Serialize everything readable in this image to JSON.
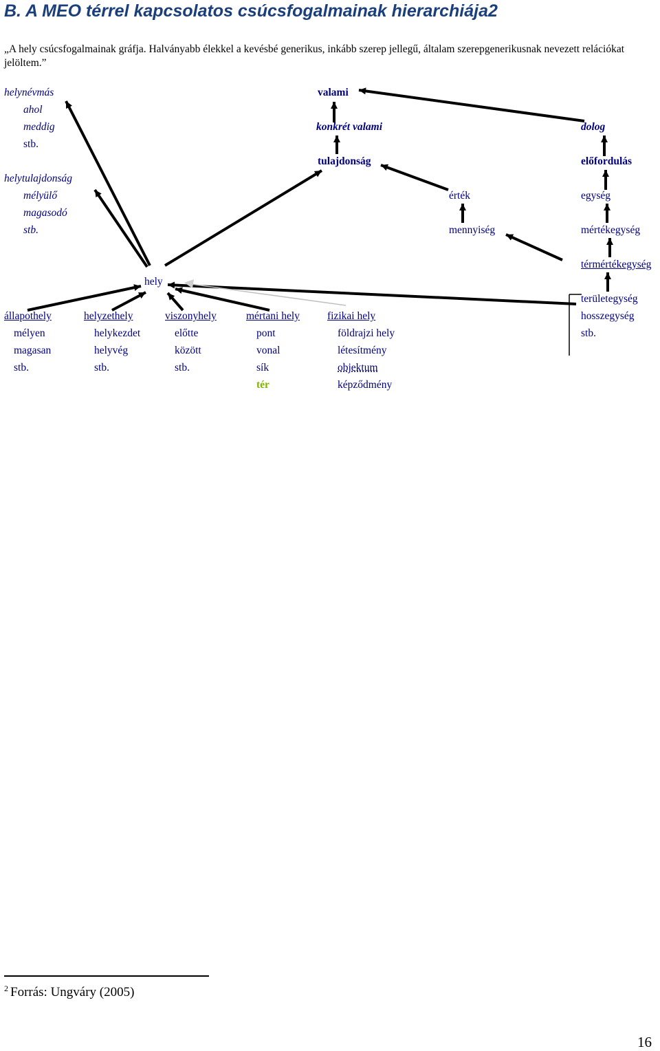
{
  "heading": "B. A MEO térrel kapcsolatos csúcsfogalmainak hierarchiája2",
  "intro": "„A hely csúcsfogalmainak gráfja. Halványabb élekkel a kevésbé generikus, inkább szerep jellegű, általam szerepgenerikusnak nevezett relációkat jelöltem.”",
  "nodes": {
    "helynevmas": "helynévmás",
    "ahol": "ahol",
    "meddig": "meddig",
    "stb1": "stb.",
    "helytulajdonsag": "helytulajdonság",
    "melyulo": "mélyülő",
    "magasodo": "magasodó",
    "stb2": "stb.",
    "valami": "valami",
    "konkret_valami": "konkrét valami",
    "tulajdonsag": "tulajdonság",
    "dolog": "dolog",
    "elofordulas": "előfordulás",
    "ertek": "érték",
    "egyseg": "egység",
    "mennyiseg": "mennyiség",
    "mertekegyseg": "mértékegység",
    "termertekegyseg": "térmértékegység",
    "hely": "hely",
    "teruletegyseg": "területegység",
    "hosszegyseg": "hosszegység",
    "stb_unit": "stb.",
    "allapothely": "állapothely",
    "helyzethely": "helyzethely",
    "viszonyhely": "viszonyhely",
    "mertani_hely": "mértani hely",
    "fizikai_hely": "fizikai hely",
    "melyen": "mélyen",
    "helykezdet": "helykezdet",
    "elotte": "előtte",
    "pont": "pont",
    "foldrajzi_hely": "földrajzi hely",
    "magasan": "magasan",
    "helyveg": "helyvég",
    "kozott": "között",
    "vonal": "vonal",
    "letesitmeny": "létesítmény",
    "stb3": "stb.",
    "stb4": "stb.",
    "stb5": "stb.",
    "sik": "sík",
    "objektum": "objektum",
    "ter": "tér",
    "kepzodmeny": "képződmény"
  },
  "footnote": {
    "number": "2",
    "text": "Forrás: Ungváry (2005)"
  },
  "page_number": "16",
  "colors": {
    "heading": "#1a3f7a",
    "node_text": "#000080",
    "edge": "#000000",
    "weak_edge": "#c0c0c0",
    "ter": "#80b400"
  }
}
